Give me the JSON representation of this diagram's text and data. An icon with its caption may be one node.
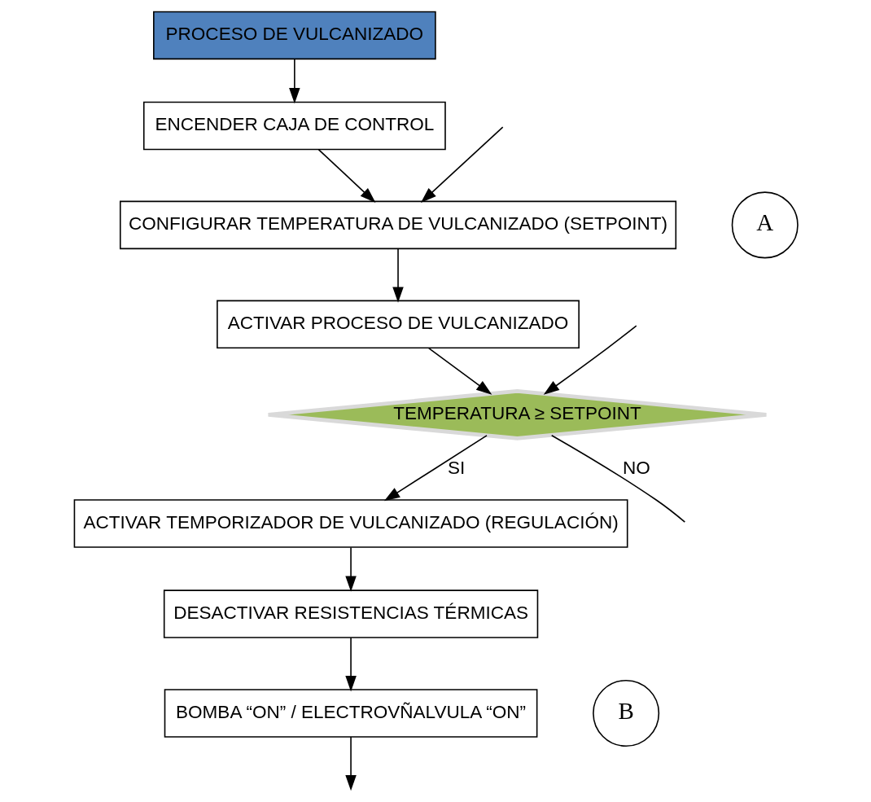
{
  "diagram": {
    "nodes": [
      {
        "text": [
          "PROCESO DE VULCANIZADO"
        ]
      },
      {
        "text": [
          "ENCENDER CAJA DE CONTROL"
        ]
      },
      {
        "text": [
          "A"
        ]
      },
      {
        "text": [
          "CONFIGURAR TEMPERATURA DE VULCANIZADO (SETPOINT)"
        ]
      },
      {
        "text": [
          "ACTIVAR PROCESO DE VULCANIZADO"
        ]
      },
      {
        "text": [
          "TEMPERATURA ≥ SETPOINT"
        ]
      },
      {
        "text": [
          "ACTIVAR TEMPORIZADOR DE VULCANIZADO (REGULACIÓN)"
        ]
      },
      {
        "text": [
          "DESACTIVAR RESISTENCIAS TÉRMICAS"
        ]
      },
      {
        "text": [
          "BOMBA “ON” / ELECTROVÑALVULA “ON”"
        ]
      },
      {
        "text": [
          "B"
        ]
      }
    ],
    "edges": [
      {
        "from": 0,
        "to": 1,
        "arrow": "to"
      },
      {
        "from": 1,
        "to": 3,
        "arrow": "to"
      },
      {
        "from": 3,
        "to": 4,
        "arrow": "to"
      },
      {
        "from": 4,
        "to": 5,
        "arrow": "to"
      },
      {
        "from": 5,
        "to": 6,
        "arrow": "to",
        "label": "SI"
      },
      {
        "from": 5,
        "to": null,
        "arrow": "none",
        "label": "NO"
      },
      {
        "from": null,
        "to": 5,
        "arrow": "to"
      },
      {
        "from": null,
        "to": 3,
        "arrow": "to"
      },
      {
        "from": 6,
        "to": 7,
        "arrow": "to"
      },
      {
        "from": 7,
        "to": 8,
        "arrow": "to"
      },
      {
        "from": 8,
        "to": null,
        "arrow": "to"
      }
    ]
  }
}
